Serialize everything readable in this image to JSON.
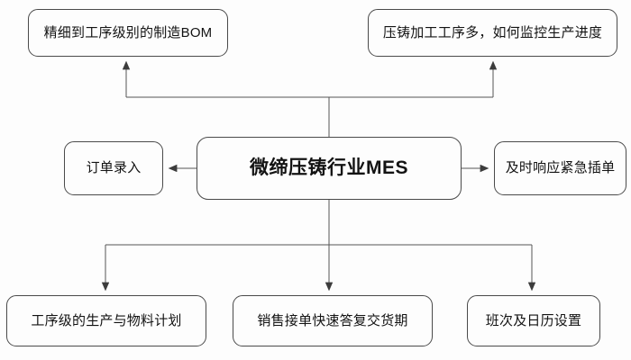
{
  "diagram": {
    "title": "微缔压铸行业MES",
    "type": "mind-map",
    "background_color": "#fdfdfd",
    "line_color": "#555555",
    "node_border_color": "#4a4a4a",
    "center": {
      "label": "微缔压铸行业MES"
    },
    "nodes": [
      {
        "id": "bom",
        "label": "精细到工序级别的制造BOM",
        "position": "top-left"
      },
      {
        "id": "progress",
        "label": "压铸加工工序多，如何监控生产进度",
        "position": "top-right"
      },
      {
        "id": "order",
        "label": "订单录入",
        "position": "middle-left"
      },
      {
        "id": "urgent",
        "label": "及时响应紧急插单",
        "position": "middle-right"
      },
      {
        "id": "plan",
        "label": "工序级的生产与物料计划",
        "position": "bottom-left"
      },
      {
        "id": "delivery",
        "label": "销售接单快速答复交货期",
        "position": "bottom-center"
      },
      {
        "id": "shift",
        "label": "班次及日历设置",
        "position": "bottom-right"
      }
    ],
    "connections": [
      {
        "from": "center",
        "to": "bom",
        "style": "elbow-up",
        "arrow": "end"
      },
      {
        "from": "center",
        "to": "progress",
        "style": "elbow-up",
        "arrow": "end"
      },
      {
        "from": "center",
        "to": "order",
        "style": "straight",
        "arrow": "end"
      },
      {
        "from": "center",
        "to": "urgent",
        "style": "straight",
        "arrow": "end"
      },
      {
        "from": "center",
        "to": "plan",
        "style": "elbow-down",
        "arrow": "end"
      },
      {
        "from": "center",
        "to": "delivery",
        "style": "straight",
        "arrow": "end"
      },
      {
        "from": "center",
        "to": "shift",
        "style": "elbow-down",
        "arrow": "end"
      }
    ]
  }
}
